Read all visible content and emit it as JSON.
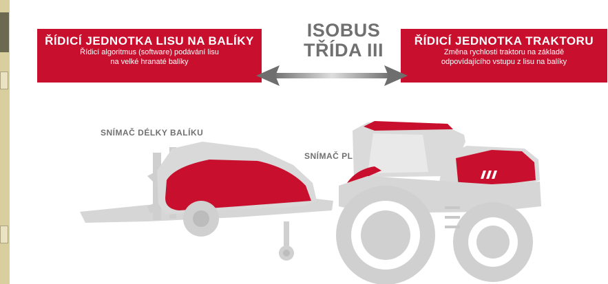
{
  "baler_unit": {
    "title": "ŘÍDICÍ JEDNOTKA LISU NA BALÍKY",
    "subtitle_line1": "Řídicí algoritmus (software) podávání lisu",
    "subtitle_line2": "na velké hranaté balíky"
  },
  "protocol": {
    "line1": "ISOBUS",
    "line2": "TŘÍDA III"
  },
  "tractor_unit": {
    "title": "ŘÍDICÍ JEDNOTKA TRAKTORU",
    "subtitle_line1": "Změna rychlosti traktoru na základě",
    "subtitle_line2": "odpovídajícího vstupu z lisu na balíky"
  },
  "sensors": {
    "bale_length": "SNÍMAČ DÉLKY BALÍKU",
    "fill": "SNÍMAČ PLNĚNÍ"
  },
  "colors": {
    "accent_red": "#c8102e",
    "machine_gray": "#d9d9d9",
    "text_gray": "#707070",
    "arrow_gray": "#8a8a8a"
  }
}
